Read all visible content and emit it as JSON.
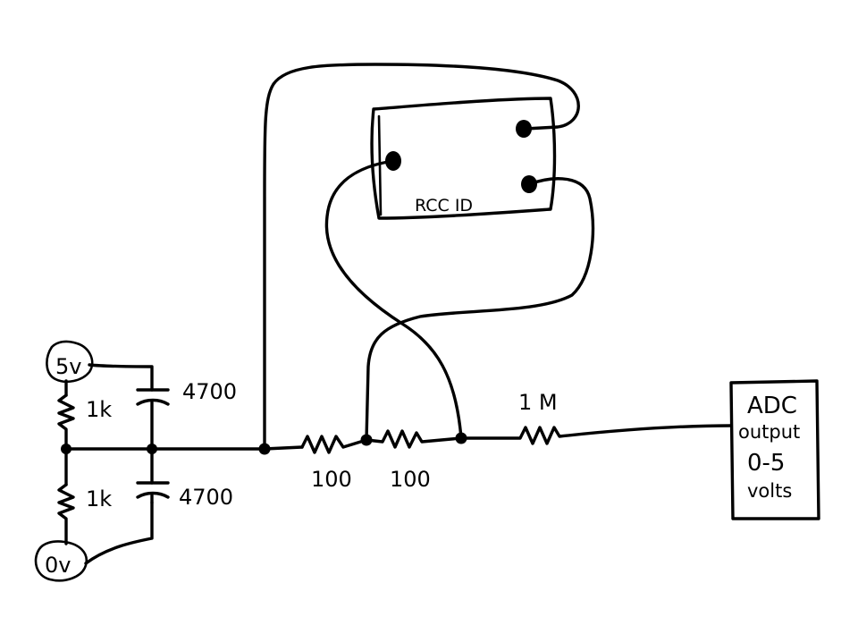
{
  "terminals": {
    "top": "5v",
    "bottom": "0v"
  },
  "resistors": {
    "r_top": "1k",
    "r_bottom": "1k",
    "r_series_1": "100",
    "r_series_2": "100",
    "r_output": "1 M"
  },
  "capacitors": {
    "c_top": "4700",
    "c_bottom": "4700"
  },
  "component": {
    "label": "RCC ID"
  },
  "output_box": {
    "line1": "ADC",
    "line2": "output",
    "line3": "0-5",
    "line4": "volts"
  }
}
